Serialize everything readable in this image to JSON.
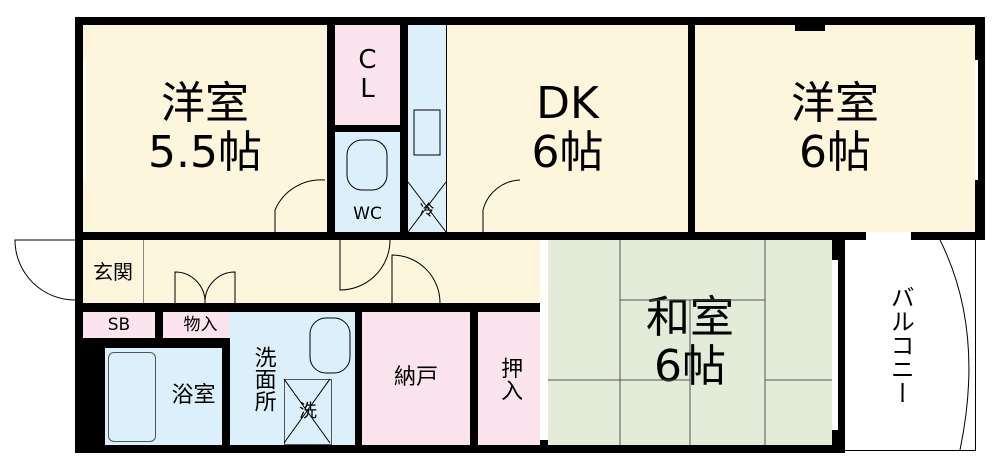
{
  "colors": {
    "western": "#fdf5dc",
    "wet": "#dcf0fb",
    "storage": "#fbe4ee",
    "tatami": "#e2ecd9",
    "wall": "#000000"
  },
  "rooms": {
    "western1": {
      "name": "洋室",
      "size": "5.5帖"
    },
    "closet": {
      "line1": "C",
      "line2": "L"
    },
    "wc": {
      "name": "WC"
    },
    "fridge": {
      "name": "冷"
    },
    "dk": {
      "name": "DK",
      "size": "6帖"
    },
    "western2": {
      "name": "洋室",
      "size": "6帖"
    },
    "genkan": {
      "name": "玄関"
    },
    "sb": {
      "name": "SB"
    },
    "storage": {
      "name": "物入"
    },
    "bath": {
      "name": "浴室"
    },
    "washroom": {
      "name": "洗面所"
    },
    "washer": {
      "name": "洗"
    },
    "nando": {
      "name": "納戸"
    },
    "oshiire": {
      "name": "押入"
    },
    "washitsu": {
      "name": "和室",
      "size": "6帖"
    },
    "balcony": {
      "name": "バルコニー"
    }
  }
}
